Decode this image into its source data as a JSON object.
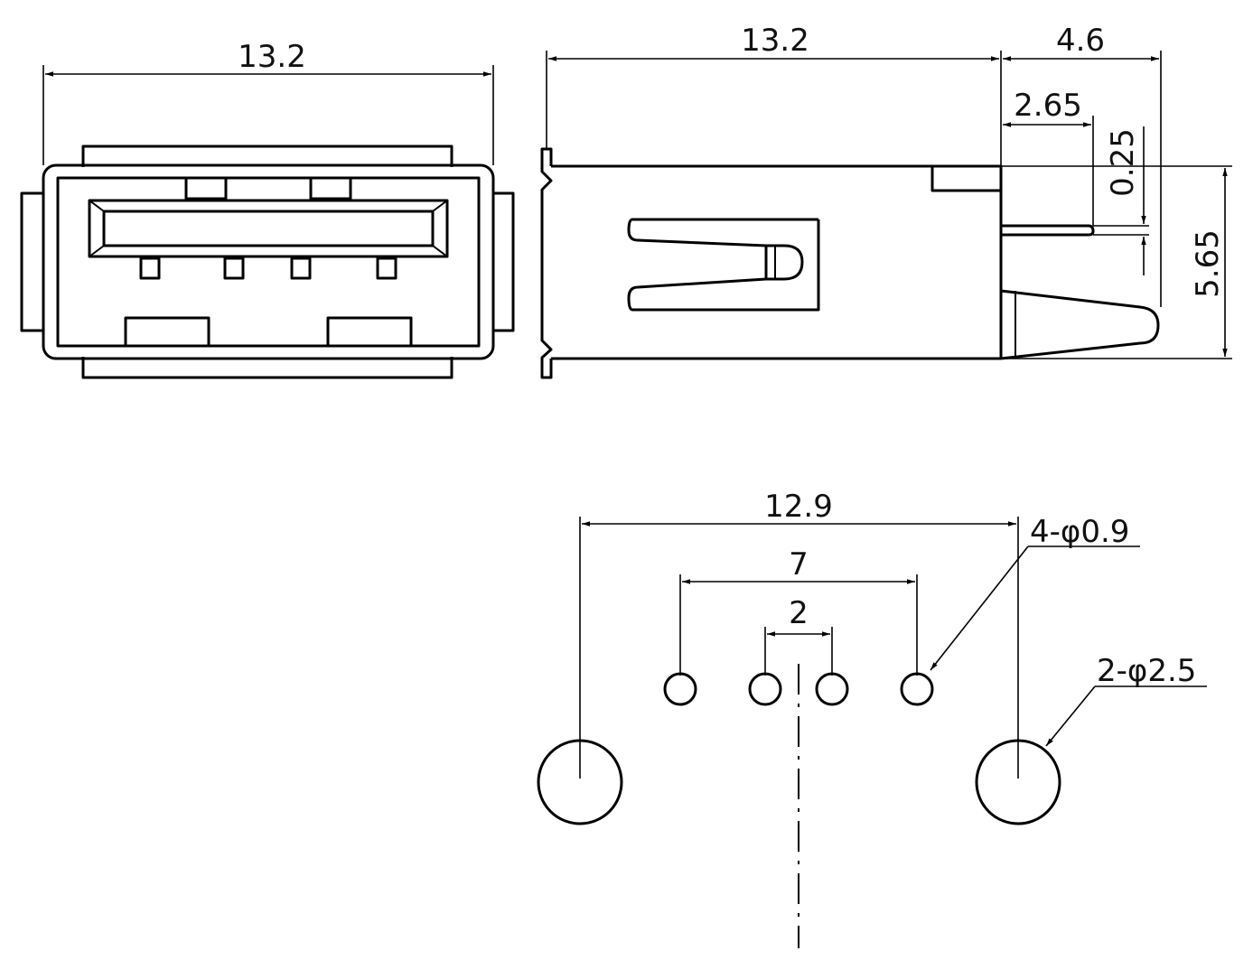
{
  "front_view": {
    "width_label": "13.2"
  },
  "side_view": {
    "length_label": "13.2",
    "tail_label": "4.6",
    "offset_label": "2.65",
    "lead_label": "0.25",
    "height_label": "5.65"
  },
  "footprint": {
    "outer_span_label": "12.9",
    "pin_span_label": "7",
    "inner_pitch_label": "2",
    "pin_hole_note": "4-φ0.9",
    "mount_hole_note": "2-φ2.5"
  }
}
